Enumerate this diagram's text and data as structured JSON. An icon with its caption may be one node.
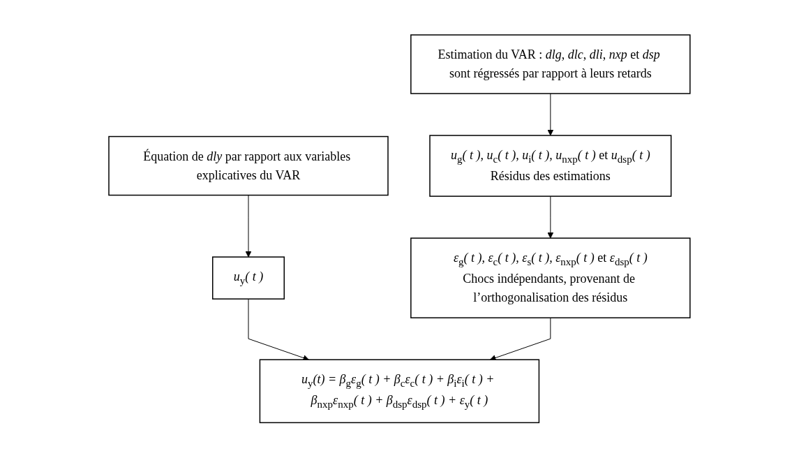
{
  "diagram": {
    "nodes": [
      {
        "text": [
          "Estimation du VAR : *dlg*, *dlc*, *dli*, *nxp* et *dsp* sont régressés par rapport à leurs retards"
        ]
      },
      {
        "text": [
          "*u*$_{g}$*( t ), u*$_{c}$*( t ), u*$_{i}$*( t ), u*$_{nxp}$*( t )* et *u*$_{dsp}$*( t )*",
          "Résidus des estimations"
        ]
      },
      {
        "text": [
          "*ε*$_{g}$*( t ), ε*$_{c}$*( t ), ε*$_{s}$*( t ), ε*$_{nxp}$*( t )* et *ε*$_{dsp}$*( t )*",
          "Chocs indépendants, provenant de l’orthogonalisation des résidus"
        ]
      },
      {
        "text": [
          "Équation de *dly* par rapport aux variables explicatives du VAR"
        ]
      },
      {
        "text": [
          "*u*$_{y}$*( t )*"
        ]
      },
      {
        "text": [
          "*u*$_{y}$*(t) = β*$_{g}$*ε*$_{g}$*( t ) + β*$_{c}$*ε*$_{c}$*( t ) + β*$_{i}$*ε*$_{i}$*( t ) + β*$_{nxp}$*ε*$_{nxp}$*( t ) + β*$_{dsp}$*ε*$_{dsp}$*( t ) + ε*$_{y}$*( t )*"
        ]
      }
    ],
    "edges": [
      {
        "from": 0,
        "to": 1,
        "arrow": "to"
      },
      {
        "from": 1,
        "to": 2,
        "arrow": "to"
      },
      {
        "from": 3,
        "to": 4,
        "arrow": "to"
      },
      {
        "from": 4,
        "to": 5,
        "arrow": "to"
      },
      {
        "from": 2,
        "to": 5,
        "arrow": "to"
      }
    ]
  }
}
